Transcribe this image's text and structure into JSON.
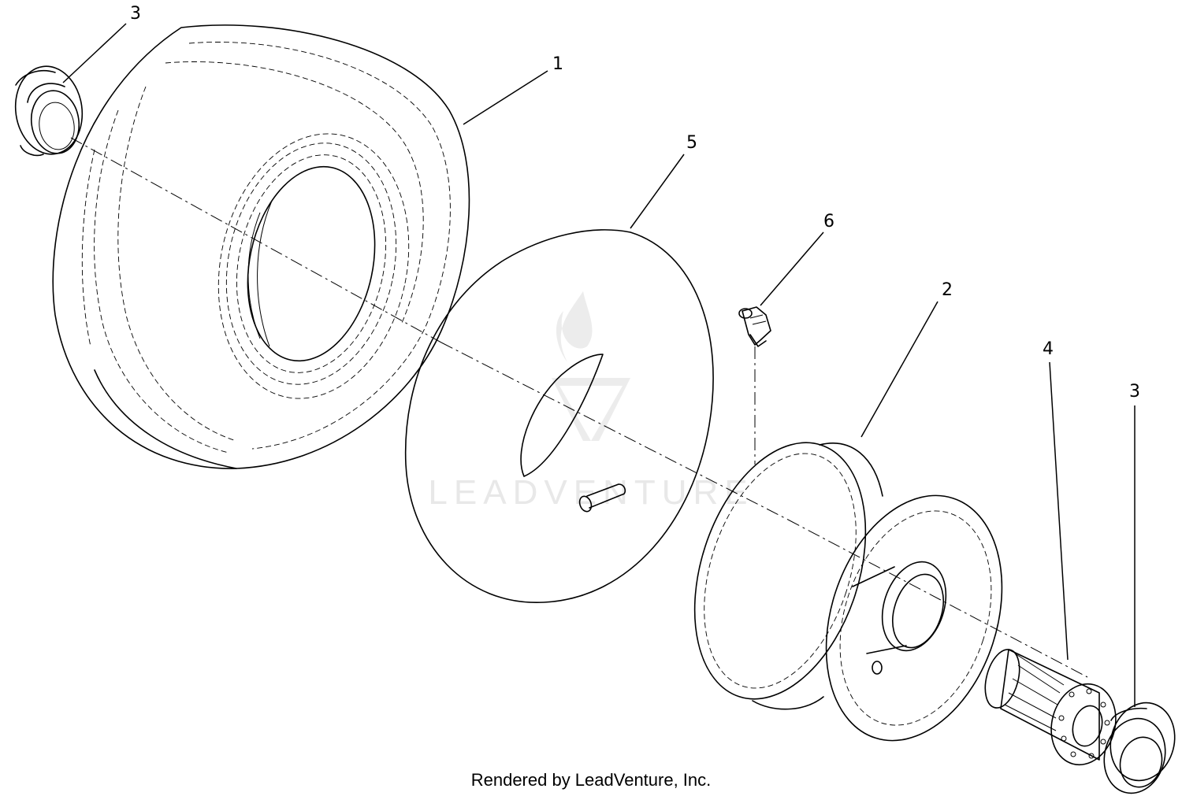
{
  "diagram": {
    "callouts": [
      {
        "id": "c3-top",
        "text": "3"
      },
      {
        "id": "c1",
        "text": "1"
      },
      {
        "id": "c5",
        "text": "5"
      },
      {
        "id": "c6",
        "text": "6"
      },
      {
        "id": "c2",
        "text": "2"
      },
      {
        "id": "c4",
        "text": "4"
      },
      {
        "id": "c3-right",
        "text": "3"
      }
    ],
    "parts": {
      "tire": "1",
      "rim": "2",
      "bushing": "3",
      "roller_bearing": "4",
      "inner_tube": "5",
      "grease_fitting": "6"
    },
    "watermark": "LEADVENTURE",
    "footer": "Rendered by LeadVenture, Inc."
  },
  "colors": {
    "line": "#000000",
    "watermark": "#e8e8e8",
    "background": "#ffffff"
  }
}
